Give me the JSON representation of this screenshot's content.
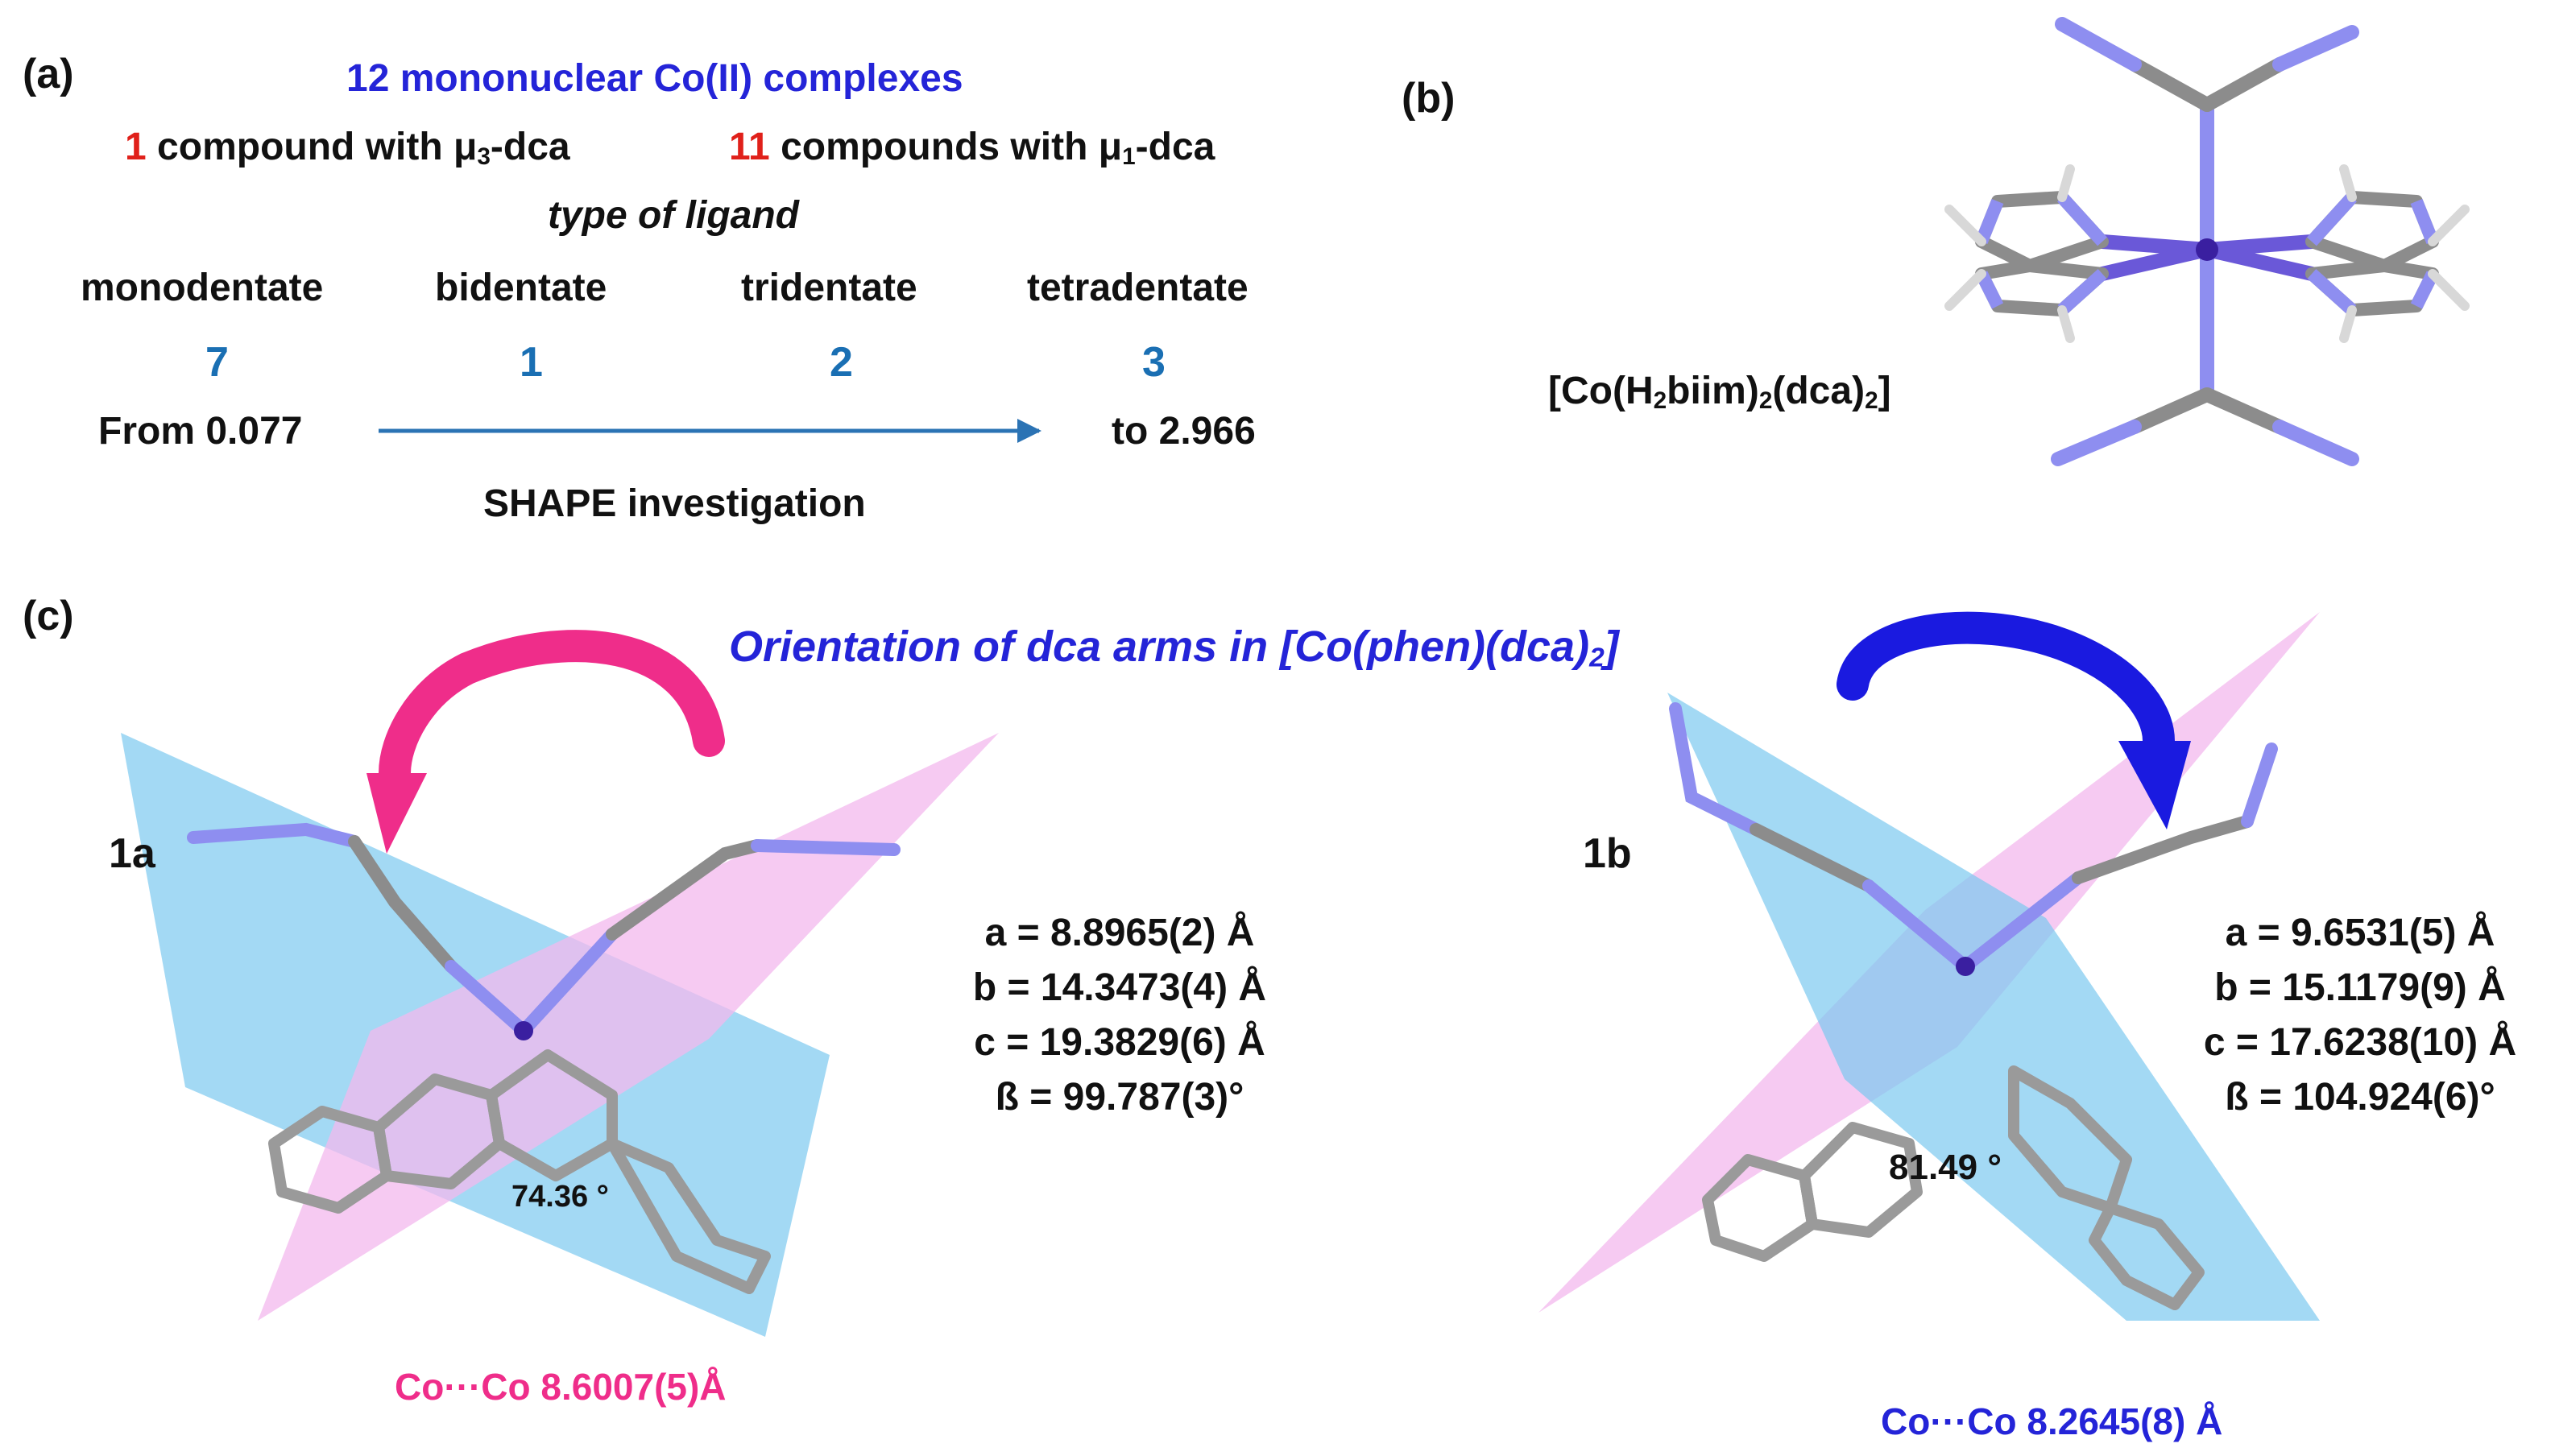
{
  "panel_a": {
    "label": "(a)",
    "title": "12 mononuclear Co(II) complexes",
    "mu3": {
      "count": "1",
      "text": "compound with μ",
      "sub": "3",
      "suffix": "-dca"
    },
    "mu1": {
      "count": "11",
      "text": "compounds with μ",
      "sub": "1",
      "suffix": "-dca"
    },
    "ligand_type_title": "type of ligand",
    "ligands": [
      {
        "name": "monodentate",
        "count": "7"
      },
      {
        "name": "bidentate",
        "count": "1"
      },
      {
        "name": "tridentate",
        "count": "2"
      },
      {
        "name": "tetradentate",
        "count": "3"
      }
    ],
    "range_from": "From 0.077",
    "range_to": "to 2.966",
    "shape_label": "SHAPE investigation"
  },
  "panel_b": {
    "label": "(b)",
    "formula": {
      "p1": "[Co(H",
      "s1": "2",
      "p2": "biim)",
      "s2": "2",
      "p3": "(dca)",
      "s3": "2",
      "p4": "]"
    }
  },
  "panel_c": {
    "label": "(c)",
    "title": {
      "main": "Orientation of dca arms in [Co(phen)(dca)",
      "sub": "2",
      "end": "]"
    },
    "left": {
      "id": "1a",
      "cell": [
        "a = 8.8965(2) Å",
        "b = 14.3473(4) Å",
        "c = 19.3829(6) Å",
        "ß = 99.787(3)°"
      ],
      "angle": "74.36 °",
      "coco": "Co···Co 8.6007(5)Å"
    },
    "right": {
      "id": "1b",
      "cell": [
        "a = 9.6531(5) Å",
        "b = 15.1179(9) Å",
        "c = 17.6238(10) Å",
        "ß = 104.924(6)°"
      ],
      "angle": "81.49 °",
      "coco": "Co···Co 8.2645(8) Å"
    }
  },
  "colors": {
    "title_blue": "#2424d8",
    "count_blue": "#1a6fb3",
    "red": "#e0201a",
    "pink": "#ef2d8a",
    "plane_pink": "#f3b8ee",
    "plane_blue": "#7cc9ef",
    "bond_gray": "#8c8c8c",
    "bond_nitrogen": "#8e8ef0",
    "cobalt": "#3a1fa0"
  }
}
